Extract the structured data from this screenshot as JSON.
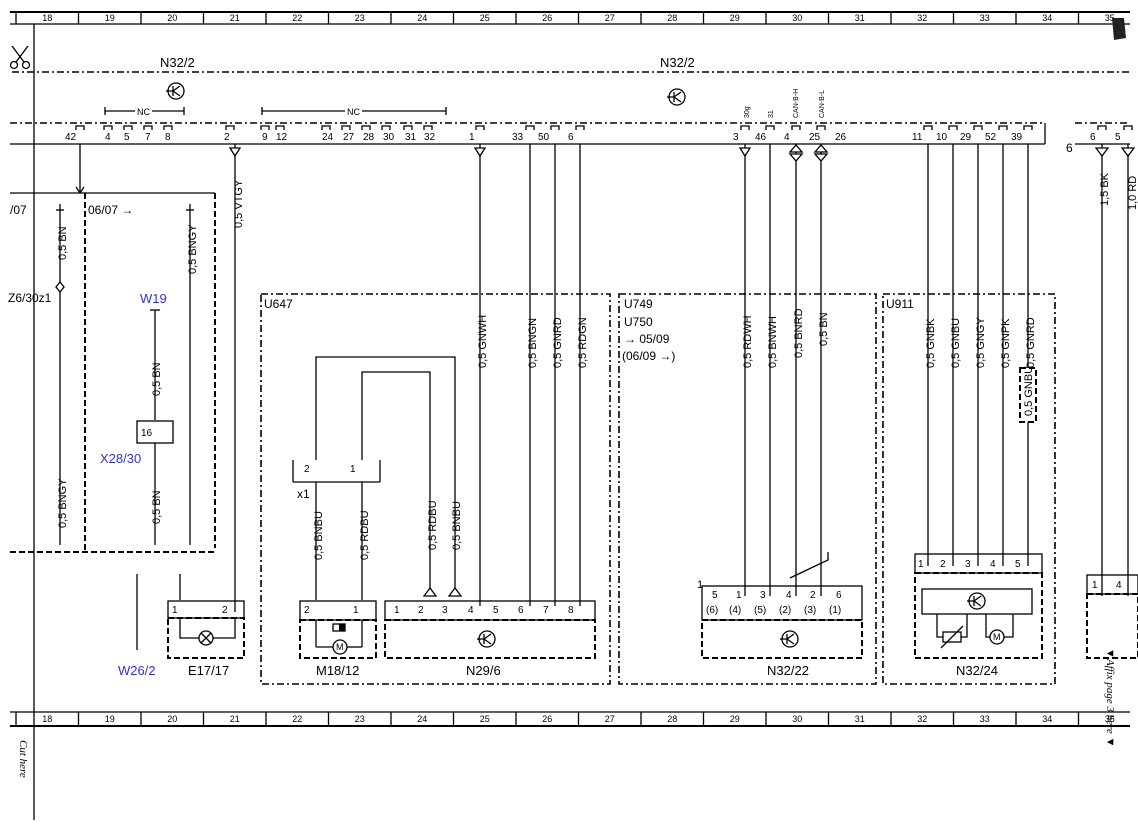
{
  "grid": {
    "columns": [
      "18",
      "19",
      "20",
      "21",
      "22",
      "23",
      "24",
      "25",
      "26",
      "27",
      "28",
      "29",
      "30",
      "31",
      "32",
      "33",
      "34",
      "35"
    ]
  },
  "margin": {
    "cut_here": "Cut here",
    "affix_page": "▼Affix page 3 here ▼"
  },
  "connectors": {
    "n32_2_left": "N32/2",
    "n32_2_right": "N32/2",
    "nc_label_1": "NC",
    "nc_label_2": "NC",
    "pins_left": [
      "42",
      "4",
      "5",
      "7",
      "8",
      "2",
      "9",
      "12",
      "24",
      "27",
      "28",
      "30",
      "31",
      "32",
      "1",
      "33",
      "50",
      "6"
    ],
    "pins_mid": [
      "3",
      "46",
      "4",
      "25",
      "26"
    ],
    "pin_tags": [
      "30g",
      "31",
      "CAN-B-H",
      "CAN-B-L"
    ],
    "pins_right": [
      "11",
      "10",
      "29",
      "52",
      "39"
    ],
    "pins_far": [
      "6",
      "5",
      "6"
    ]
  },
  "wires": {
    "w_vtgy": "0,5 VTGY",
    "w_bn_a": "0,5 BN",
    "w_bngy_a": "0,5 BNGY",
    "w_bn_b": "0,5 BN",
    "w_bn_c": "0,5 BN",
    "w_bngy_b": "0,5 BNGY",
    "w_gnwh": "0,5 GNWH",
    "w_bngn": "0,5 BNGN",
    "w_gnrd": "0,5 GNRD",
    "w_rdgn": "0,5 RDGN",
    "w_bnbu_a": "0,5 BNBU",
    "w_rdbu_a": "0,5 RDBU",
    "w_rdbu_b": "0,5 RDBU",
    "w_bnbu_b": "0,5 BNBU",
    "w_rdwh": "0,5 RDWH",
    "w_bnwh": "0,5 BNWH",
    "w_bnrd": "0,5 BNRD",
    "w_bn_d": "0,5 BN",
    "w_gnbk": "0,5 GNBK",
    "w_gnbu": "0,5 GNBU",
    "w_gngy": "0,5 GNGY",
    "w_gnpk": "0,5 GNPK",
    "w_gnrd2": "0,5 GNRD",
    "w_gnbu2": "0,5 GNBU",
    "w_bk": "1,5 BK",
    "w_rd_partial": "1,0 RD"
  },
  "labels": {
    "date_0607_left": "/07",
    "date_0607": "06/07 →",
    "z6_30z1": "Z6/30z1",
    "w19": "W19",
    "x28_30": "X28/30",
    "x28_pin": "16",
    "w26_2": "W26/2",
    "e17_17": "E17/17",
    "u647": "U647",
    "x1": "x1",
    "m18_12": "M18/12",
    "n29_6": "N29/6",
    "u749": "U749",
    "u750": "U750",
    "date_0509": "→ 05/09",
    "date_0609": "(06/09 →)",
    "n32_22": "N32/22",
    "u911": "U911",
    "n32_24": "N32/24",
    "n32_22_ref": "1"
  },
  "component_pins": {
    "e17": [
      "1",
      "2"
    ],
    "x1": [
      "2",
      "1"
    ],
    "m18": [
      "2",
      "1"
    ],
    "n29": [
      "1",
      "2",
      "3",
      "4",
      "5",
      "6",
      "7",
      "8"
    ],
    "n32_22_top": [
      "5",
      "1",
      "3",
      "4",
      "2",
      "6"
    ],
    "n32_22_bot": [
      "(6)",
      "(4)",
      "(5)",
      "(2)",
      "(3)",
      "(1)"
    ],
    "n32_24": [
      "1",
      "2",
      "3",
      "4",
      "5"
    ],
    "far": [
      "1",
      "4"
    ]
  }
}
